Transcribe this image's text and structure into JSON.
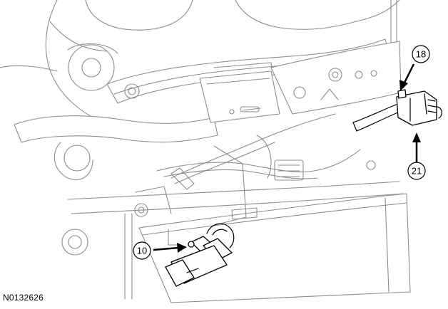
{
  "figure_id": "N0132626",
  "callouts": [
    {
      "label": "18"
    },
    {
      "label": "21"
    },
    {
      "label": "10"
    }
  ]
}
